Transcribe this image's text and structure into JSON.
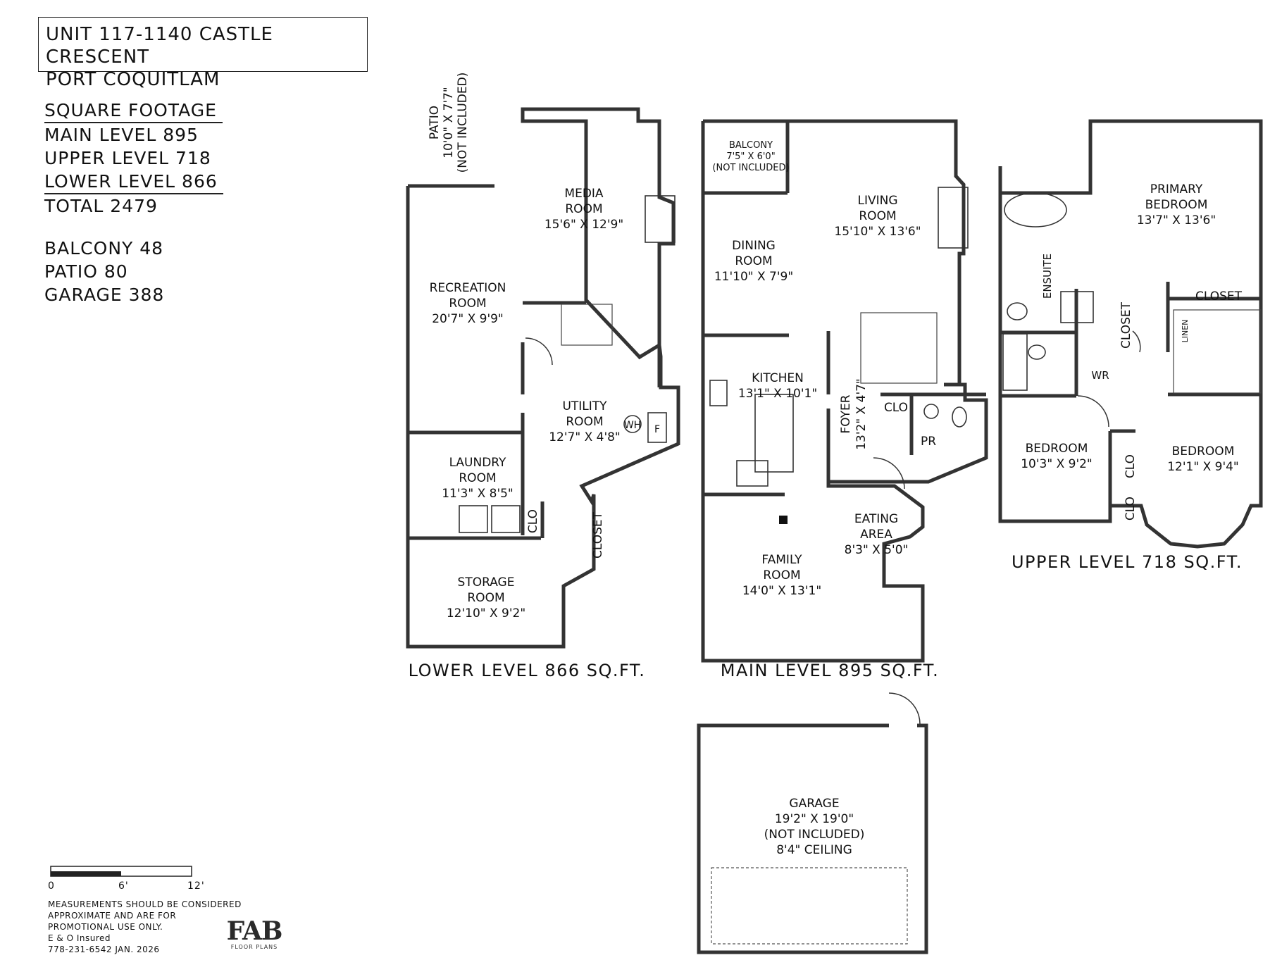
{
  "header": {
    "address_line1": "UNIT 117-1140 CASTLE CRESCENT",
    "address_line2": "PORT COQUITLAM"
  },
  "square_footage": {
    "heading": "SQUARE FOOTAGE",
    "main": "MAIN LEVEL 895",
    "upper": "UPPER LEVEL 718",
    "lower": "LOWER LEVEL 866",
    "total": "TOTAL 2479"
  },
  "extras": {
    "balcony": "BALCONY 48",
    "patio": "PATIO 80",
    "garage": "GARAGE 388"
  },
  "levels": {
    "lower_title": "LOWER LEVEL 866 SQ.FT.",
    "main_title": "MAIN LEVEL 895 SQ.FT.",
    "upper_title": "UPPER LEVEL 718 SQ.FT."
  },
  "rooms": {
    "patio": [
      "PATIO",
      "10'0\" X 7'7\"",
      "(NOT INCLUDED)"
    ],
    "media": [
      "MEDIA",
      "ROOM",
      "15'6\" X 12'9\""
    ],
    "recreation": [
      "RECREATION",
      "ROOM",
      "20'7\" X 9'9\""
    ],
    "utility": [
      "UTILITY",
      "ROOM",
      "12'7\" X 4'8\""
    ],
    "laundry": [
      "LAUNDRY",
      "ROOM",
      "11'3\" X 8'5\""
    ],
    "storage": [
      "STORAGE",
      "ROOM",
      "12'10\" X 9'2\""
    ],
    "lower_closet": "CLOSET",
    "lower_clo": "CLO",
    "wh": "WH",
    "furnace": "F",
    "balcony": [
      "BALCONY",
      "7'5\" X 6'0\"",
      "(NOT INCLUDED)"
    ],
    "dining": [
      "DINING",
      "ROOM",
      "11'10\" X 7'9\""
    ],
    "living": [
      "LIVING",
      "ROOM",
      "15'10\" X 13'6\""
    ],
    "kitchen": [
      "KITCHEN",
      "13'1\" X 10'1\""
    ],
    "foyer": [
      "FOYER",
      "13'2\" X 4'7\""
    ],
    "main_clo": "CLO",
    "pr": "PR",
    "eating": [
      "EATING",
      "AREA",
      "8'3\" X 5'0\""
    ],
    "family": [
      "FAMILY",
      "ROOM",
      "14'0\" X 13'1\""
    ],
    "primary": [
      "PRIMARY",
      "BEDROOM",
      "13'7\" X 13'6\""
    ],
    "ensuite": "ENSUITE",
    "upper_closet": "CLOSET",
    "upper_closet_v": "CLOSET",
    "linen": "LINEN",
    "wr": "WR",
    "bedroom2": [
      "BEDROOM",
      "10'3\" X 9'2\""
    ],
    "bedroom3": [
      "BEDROOM",
      "12'1\" X 9'4\""
    ],
    "upper_clo1": "CLO",
    "upper_clo2": "CLO",
    "garage": [
      "GARAGE",
      "19'2\" X 19'0\"",
      "(NOT INCLUDED)",
      "8'4\" CEILING"
    ]
  },
  "scale": {
    "start": "0",
    "mid": "6'",
    "end": "12'"
  },
  "footer": {
    "line1": "MEASUREMENTS SHOULD BE CONSIDERED",
    "line2": "APPROXIMATE AND ARE FOR",
    "line3": "PROMOTIONAL USE ONLY.",
    "line4": "E & O Insured",
    "line5": "778-231-6542  JAN. 2026"
  },
  "logo": {
    "main": "FAB",
    "sub": "FLOOR PLANS"
  }
}
